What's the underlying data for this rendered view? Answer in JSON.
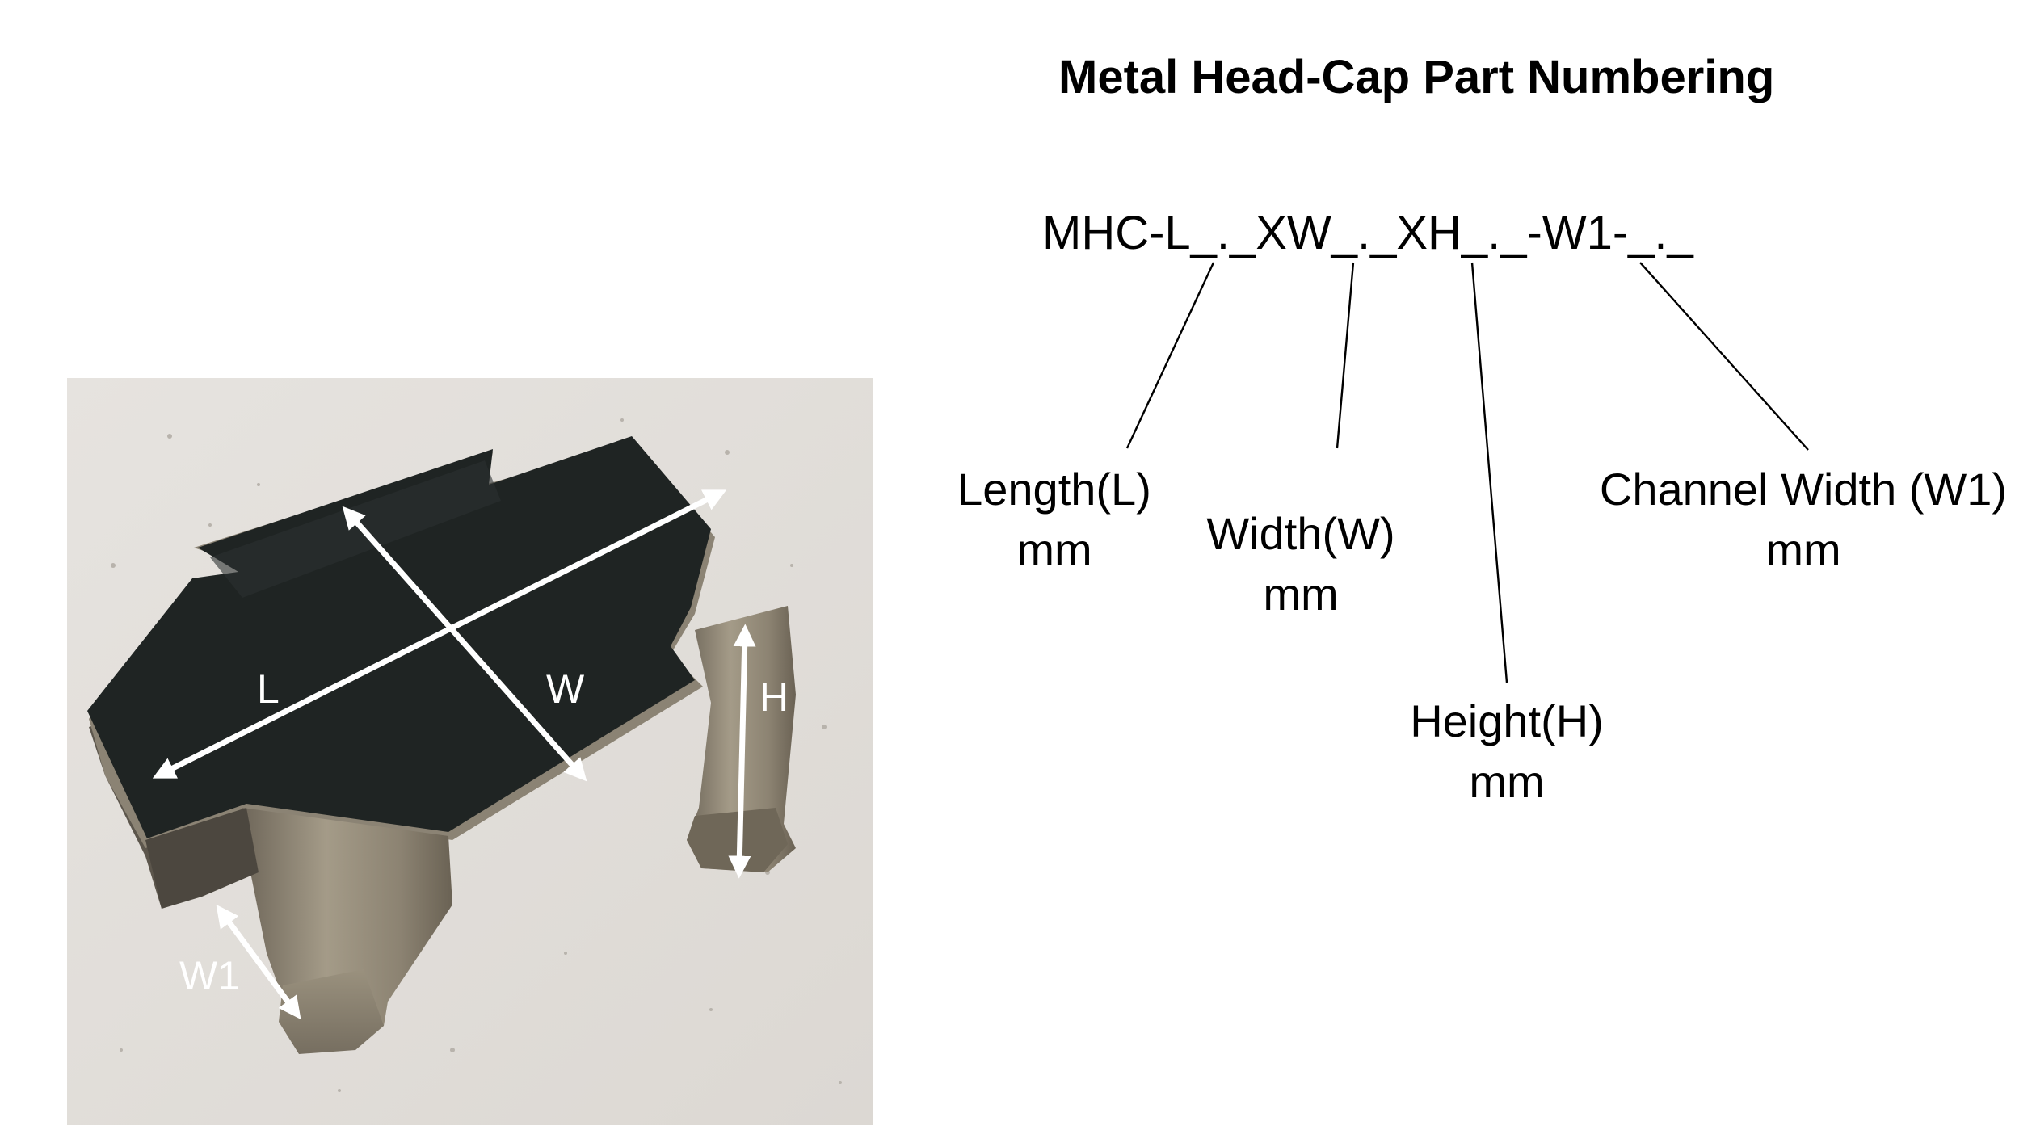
{
  "title": "Metal Head-Cap Part Numbering",
  "part_code": "MHC-L_._XW_._XH_._-W1-_._",
  "fields": [
    {
      "id": "length",
      "line1": "Length(L)",
      "line2": "mm"
    },
    {
      "id": "width",
      "line1": "Width(W)",
      "line2": "mm"
    },
    {
      "id": "height",
      "line1": "Height(H)",
      "line2": "mm"
    },
    {
      "id": "channel-width",
      "line1": "Channel Width (W1)",
      "line2": "mm"
    }
  ],
  "photo": {
    "labels": {
      "length": "L",
      "width": "W",
      "height": "H",
      "channel_width": "W1"
    }
  },
  "colors": {
    "background": "#ffffff",
    "text": "#000000",
    "photo_background": "#e3e0dc",
    "cap_top": "#1f2423",
    "metal": "#8e8574",
    "arrow": "#ffffff"
  }
}
